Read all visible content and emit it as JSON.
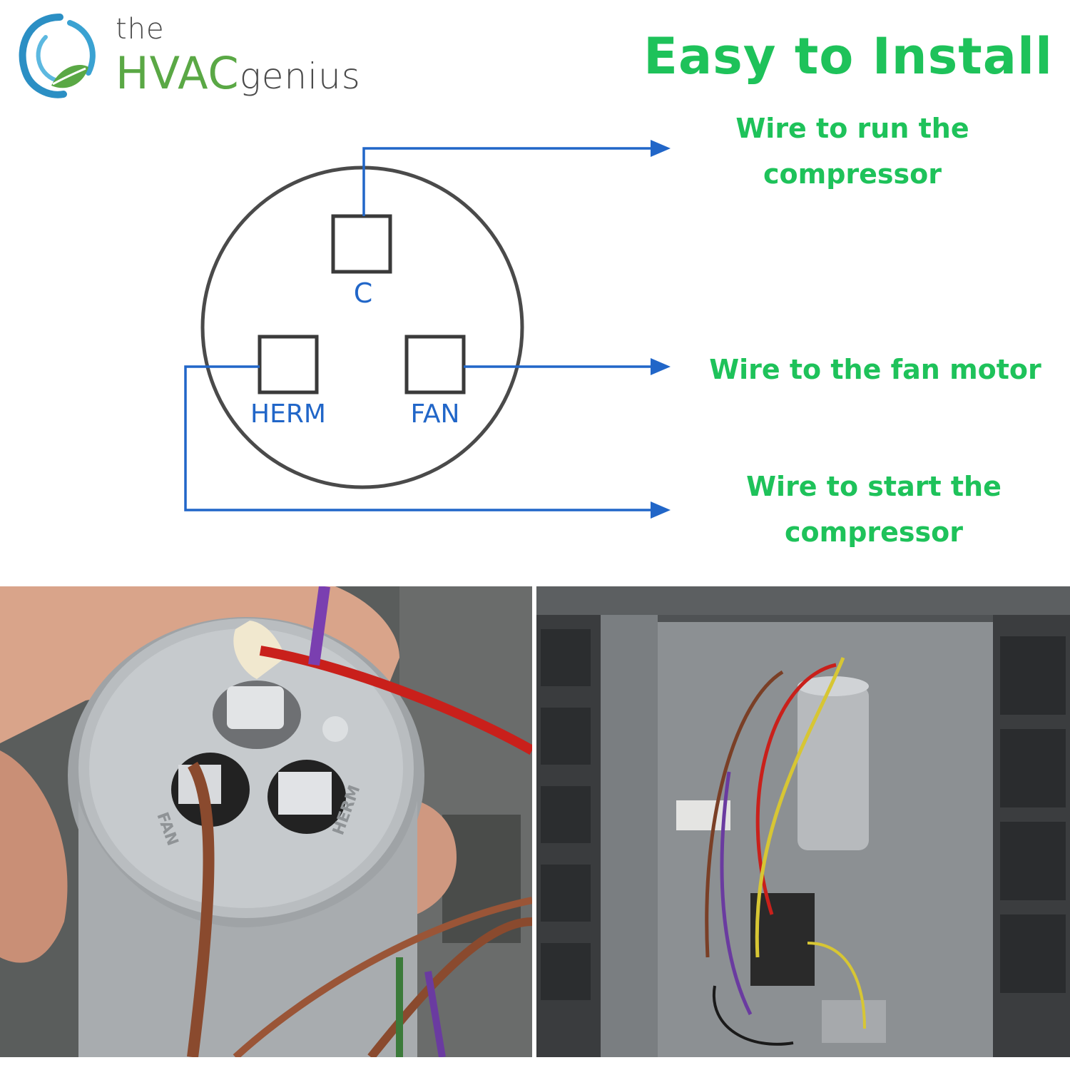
{
  "logo": {
    "the": "the",
    "hvac": "HVAC",
    "genius": "genius"
  },
  "headline": "Easy to Install",
  "terminals": {
    "c": "C",
    "herm": "HERM",
    "fan": "FAN"
  },
  "labels": {
    "run_compressor": [
      "Wire to run the",
      "compressor"
    ],
    "fan_motor": "Wire to the fan motor",
    "start_compressor": [
      "Wire to start the",
      "compressor"
    ]
  },
  "photo_text": {
    "fan": "FAN",
    "herm": "HERM"
  },
  "colors": {
    "accent_green": "#1ec25a",
    "wire_blue": "#2166c8",
    "outline_gray": "#4a4a4a",
    "logo_green": "#5aa845",
    "logo_blue": "#2b8fc4"
  }
}
